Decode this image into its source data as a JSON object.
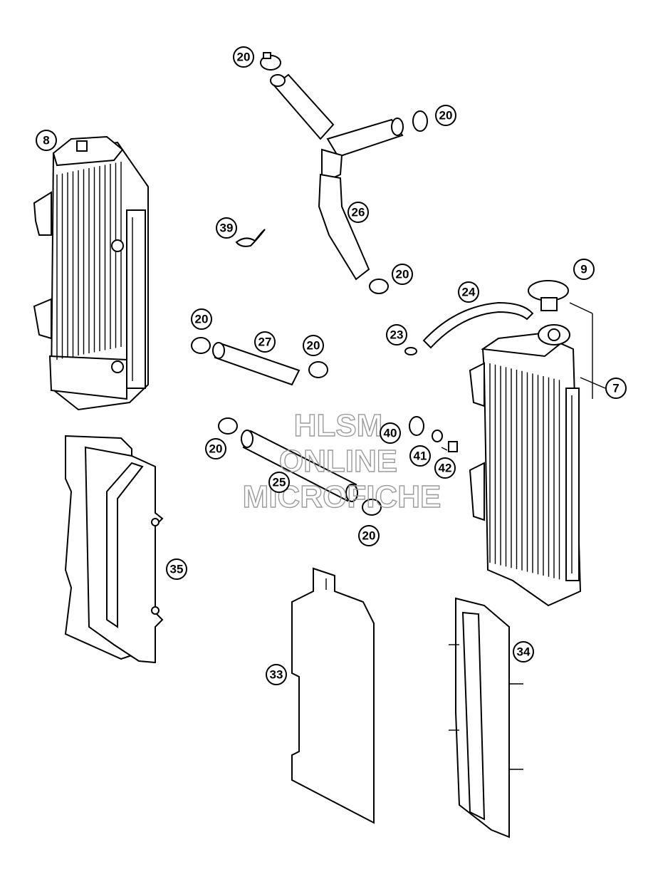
{
  "watermark": {
    "line1": "HLSM",
    "line2": "ONLINE",
    "line3": "MICROFICHE"
  },
  "callouts": {
    "c20a": "20",
    "c20b": "20",
    "c20c": "20",
    "c20d": "20",
    "c20e": "20",
    "c20f": "20",
    "c20g": "20",
    "c8": "8",
    "c26": "26",
    "c39": "39",
    "c9": "9",
    "c24": "24",
    "c23": "23",
    "c27": "27",
    "c7": "7",
    "c40": "40",
    "c41": "41",
    "c42": "42",
    "c25": "25",
    "c35": "35",
    "c34": "34",
    "c33": "33"
  }
}
